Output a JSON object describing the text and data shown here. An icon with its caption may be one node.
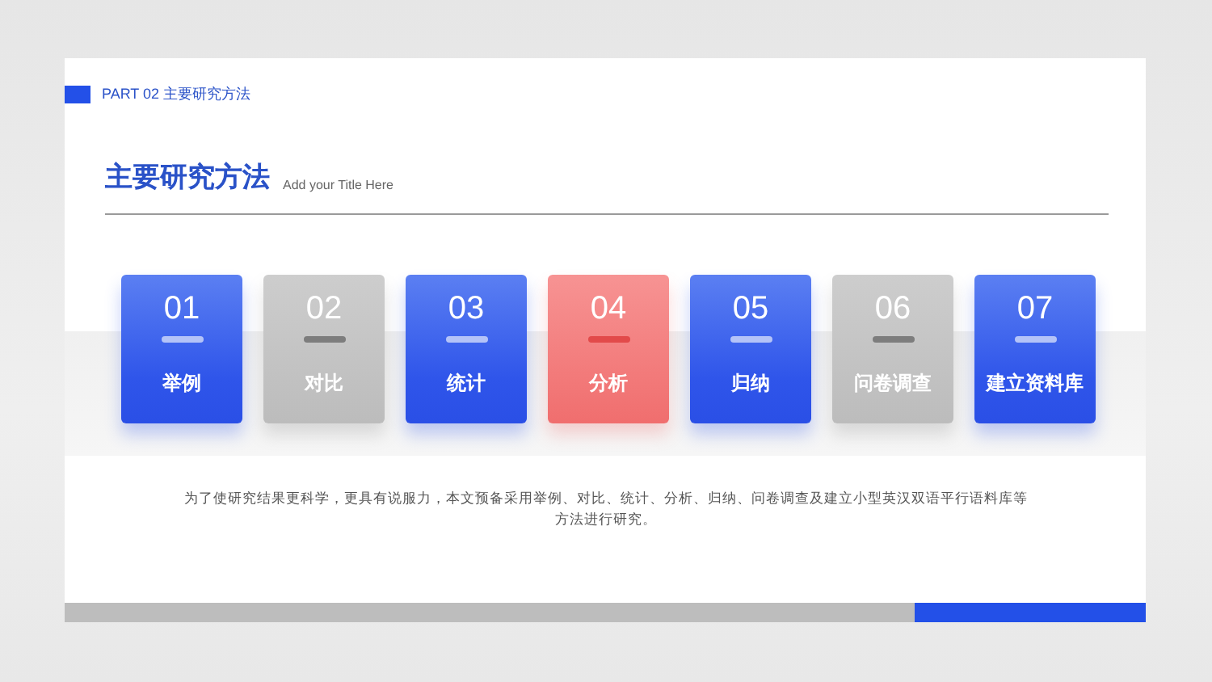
{
  "diagram": {
    "title": "主要研究方法",
    "nodes": [
      {
        "text": [
          "01",
          "举例"
        ]
      },
      {
        "text": [
          "02",
          "对比"
        ]
      },
      {
        "text": [
          "03",
          "统计"
        ]
      },
      {
        "text": [
          "04",
          "分析"
        ]
      },
      {
        "text": [
          "05",
          "归纳"
        ]
      },
      {
        "text": [
          "06",
          "问卷调查"
        ]
      },
      {
        "text": [
          "07",
          "建立资料库"
        ]
      }
    ],
    "labels": [
      "PART 02 主要研究方法",
      "Add your Title Here",
      "为了使研究结果更科学，更具有说服力，本文预备采用举例、对比、统计、分析、归纳、问卷调查及建立小型英汉双语平行语料库等方法进行研究。"
    ]
  }
}
